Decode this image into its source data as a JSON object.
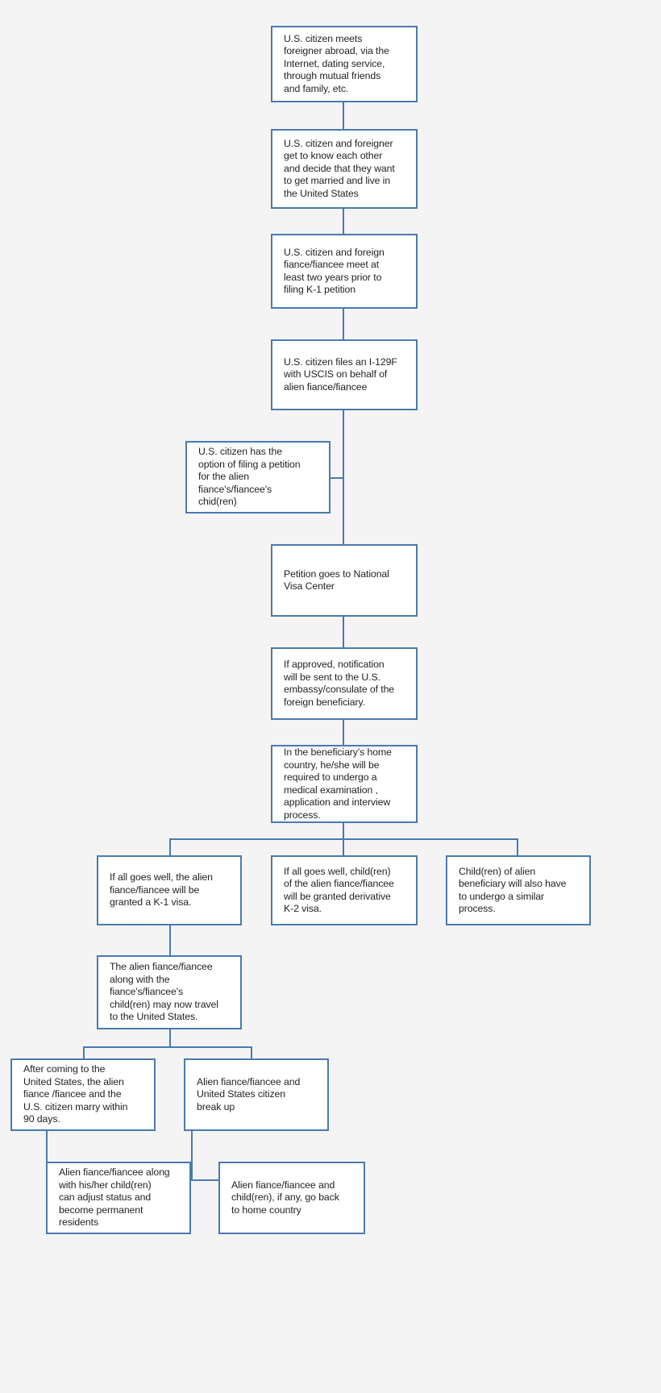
{
  "diagram": {
    "title": "K-1 Fiance(e) Visa Process Flowchart",
    "background_color": "#f4f4f4",
    "box_fill_color": "#ffffff",
    "box_border_color": "#4a7ab0",
    "connector_color": "#4a7ab0",
    "text_color": "#231f20"
  },
  "nodes": [
    {
      "id": "meet-foreigner",
      "text": "U.S. citizen meets\nforeigner abroad, via the\nInternet, dating service,\nthrough mutual friends\nand family, etc."
    },
    {
      "id": "get-to-know",
      "text": "U.S. citizen and foreigner\nget to know each other\nand decide that they want\nto get married and live in\nthe United States"
    },
    {
      "id": "meet-two-years",
      "text": "U.S. citizen and foreign\nfiance/fiancee meet at\nleast two years prior to\nfiling K-1 petition"
    },
    {
      "id": "file-i129f",
      "text": "U.S. citizen files an I-129F\nwith USCIS on behalf of\nalien fiance/fiancee"
    },
    {
      "id": "option-children-petition",
      "text": "U.S. citizen  has the\noption of filing a petition\nfor the alien\nfiance's/fiancee's\nchid(ren)"
    },
    {
      "id": "national-visa-center",
      "text": "Petition goes to National\nVisa Center"
    },
    {
      "id": "approval-notification",
      "text": "If approved, notification\nwill be sent to the U.S.\nembassy/consulate of the\nforeign beneficiary."
    },
    {
      "id": "home-country-process",
      "text": "In the beneficiary's home\ncountry, he/she will be\nrequired to undergo a\nmedical examination ,\napplication and interview\nprocess."
    },
    {
      "id": "k1-visa-granted",
      "text": "If all goes well, the alien\nfiance/fiancee will be\ngranted a K-1 visa."
    },
    {
      "id": "k2-visa-granted",
      "text": "If all goes well, child(ren)\nof the alien fiance/fiancee\nwill be granted derivative\nK-2 visa."
    },
    {
      "id": "children-similar-process",
      "text": "Child(ren) of alien\nbeneficiary will also have\nto undergo a similar\nprocess."
    },
    {
      "id": "may-travel-us",
      "text": "The alien fiance/fiancee\nalong with the\nfiance's/fiancee's\nchild(ren) may now travel\nto the United States."
    },
    {
      "id": "marry-90-days",
      "text": "After coming to the\nUnited States, the alien\nfiance /fiancee and the\nU.S. citizen marry within\n90 days."
    },
    {
      "id": "break-up",
      "text": "Alien fiance/fiancee and\nUnited States citizen\nbreak up"
    },
    {
      "id": "adjust-status",
      "text": "Alien fiance/fiancee along\nwith his/her child(ren)\ncan adjust  status and\nbecome permanent\nresidents"
    },
    {
      "id": "go-back-home",
      "text": "Alien fiance/fiancee and\nchild(ren), if any, go back\nto home country"
    }
  ]
}
